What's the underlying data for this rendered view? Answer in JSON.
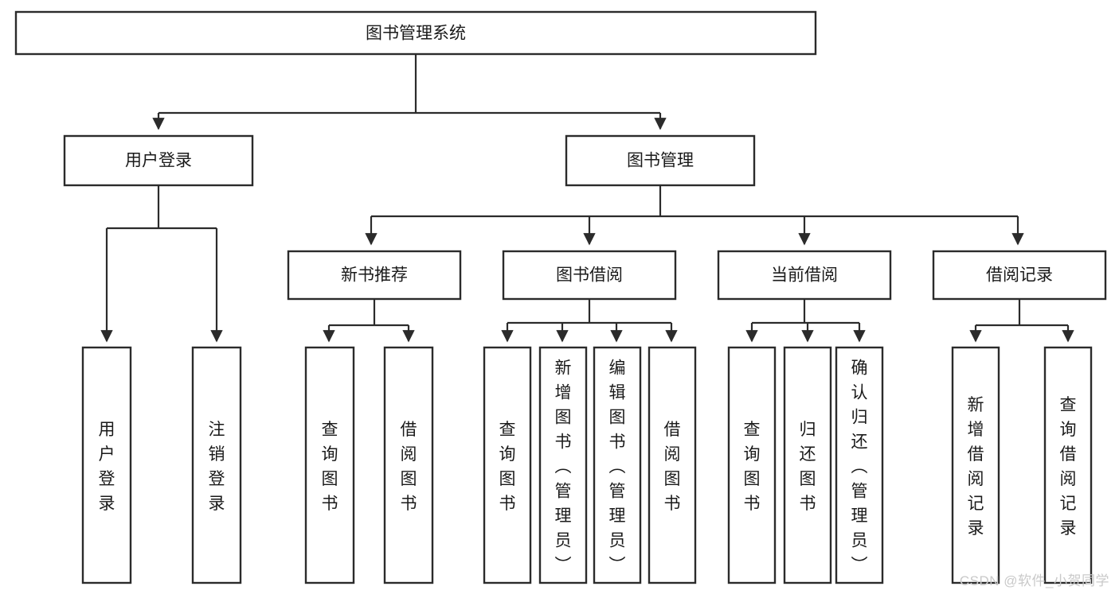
{
  "diagram": {
    "type": "tree-hierarchy",
    "title": "图书管理系统",
    "watermark": "CSDN @软件_小贺同学",
    "colors": {
      "stroke": "#2b2b2b",
      "fill": "#ffffff",
      "text": "#1a1a1a",
      "watermark": "#c9c9c9"
    },
    "levels": {
      "root": {
        "label": "图书管理系统"
      },
      "level2": [
        {
          "label": "用户登录"
        },
        {
          "label": "图书管理"
        }
      ],
      "level3": [
        {
          "label": "新书推荐"
        },
        {
          "label": "图书借阅"
        },
        {
          "label": "当前借阅"
        },
        {
          "label": "借阅记录"
        }
      ],
      "leaves": {
        "user_login": [
          {
            "label": "用户登录"
          },
          {
            "label": "注销登录"
          }
        ],
        "new_book": [
          {
            "label": "查询图书"
          },
          {
            "label": "借阅图书"
          }
        ],
        "book_borrow": [
          {
            "label": "查询图书"
          },
          {
            "label": "新增图书（管理员）"
          },
          {
            "label": "编辑图书（管理员）"
          },
          {
            "label": "借阅图书"
          }
        ],
        "current_borrow": [
          {
            "label": "查询图书"
          },
          {
            "label": "归还图书"
          },
          {
            "label": "确认归还（管理员）"
          }
        ],
        "borrow_record": [
          {
            "label": "新增借阅记录"
          },
          {
            "label": "查询借阅记录"
          }
        ]
      }
    }
  }
}
